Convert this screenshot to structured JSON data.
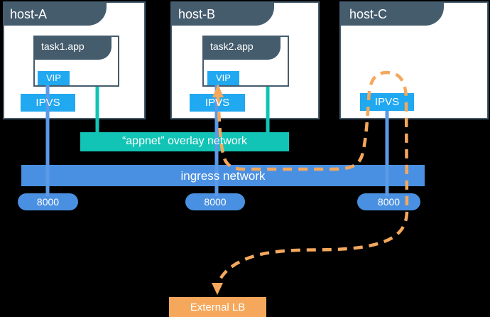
{
  "colors": {
    "background": "#000000",
    "slate": "#455c6d",
    "bright_blue": "#20a8f0",
    "medium_blue": "#4a90e2",
    "line_blue": "#5b9ae9",
    "teal": "#12c4b6",
    "orange": "#f5a85c",
    "white": "#ffffff"
  },
  "hosts": [
    {
      "label": "host-A",
      "task": {
        "label": "task1.app",
        "vip_label": "VIP"
      },
      "ipvs_label": "IPVS",
      "port_label": "8000"
    },
    {
      "label": "host-B",
      "task": {
        "label": "task2.app",
        "vip_label": "VIP"
      },
      "ipvs_label": "IPVS",
      "port_label": "8000"
    },
    {
      "label": "host-C",
      "ipvs_label": "IPVS",
      "port_label": "8000"
    }
  ],
  "networks": {
    "overlay_label": "“appnet” overlay network",
    "ingress_label": "ingress network"
  },
  "external_lb_label": "External LB"
}
